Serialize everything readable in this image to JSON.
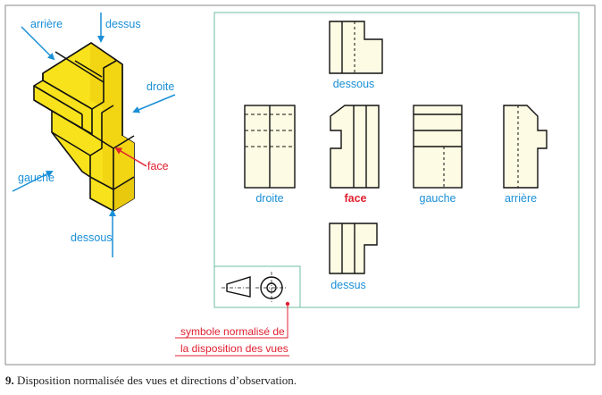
{
  "iso_labels": {
    "arriere": "arrière",
    "dessus": "dessus",
    "droite": "droite",
    "face": "face",
    "gauche": "gauche",
    "dessous": "dessous"
  },
  "view_labels": {
    "dessous": "dessous",
    "droite": "droite",
    "face": "face",
    "gauche": "gauche",
    "arriere": "arrière",
    "dessus": "dessus"
  },
  "symbol_note": {
    "line1": "symbole normalisé de",
    "line2": "la disposition des vues"
  },
  "caption": {
    "number": "9.",
    "text": " Disposition normalisée des vues et directions d’observation."
  },
  "colors": {
    "view_direction_blue": "#1a8fd6",
    "highlight_red": "#e02030",
    "solid_yellow": "#f7e21c",
    "view_fill": "#fdfbe3",
    "frame_green": "#6fbf9f"
  }
}
